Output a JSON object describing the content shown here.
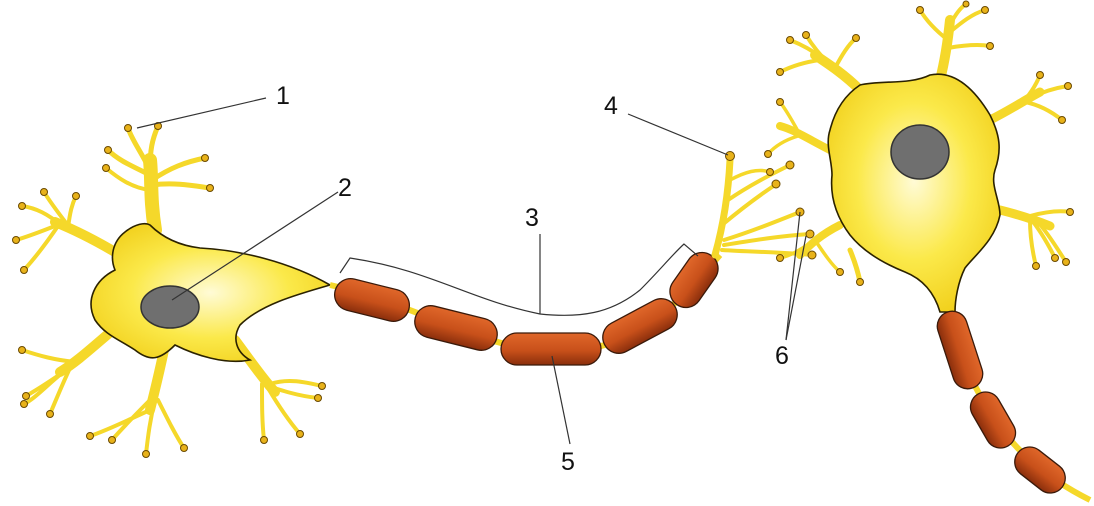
{
  "labels": {
    "l1": "1",
    "l2": "2",
    "l3": "3",
    "l4": "4",
    "l5": "5",
    "l6": "6"
  },
  "colors": {
    "cytoplasm_light": "#fff9c8",
    "cytoplasm": "#fbe94a",
    "cytoplasm_edge": "#f2d21e",
    "nucleus": "#6f6f6f",
    "myelin": "#c8501a",
    "myelin_dark": "#8a2e0c",
    "outline": "#2b2200"
  }
}
